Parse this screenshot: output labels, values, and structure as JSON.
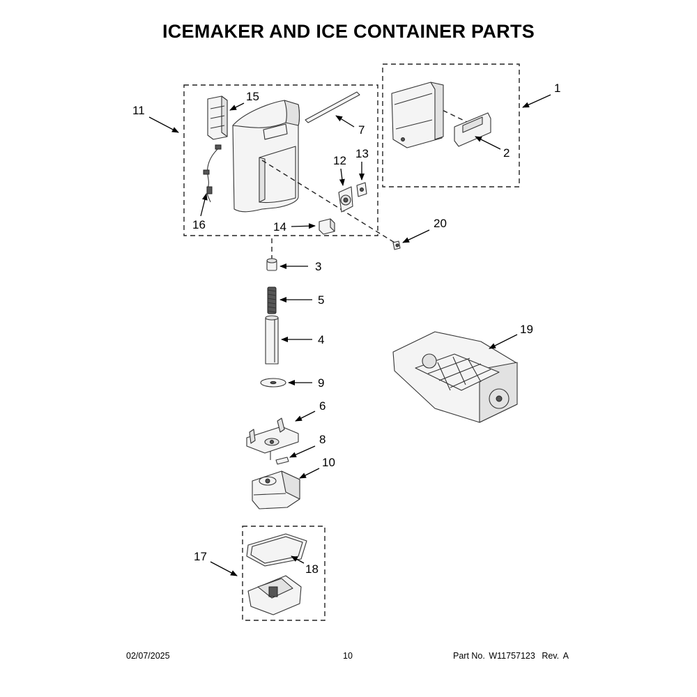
{
  "title": "ICEMAKER AND ICE CONTAINER PARTS",
  "callouts": [
    "1",
    "2",
    "3",
    "4",
    "5",
    "6",
    "7",
    "8",
    "9",
    "10",
    "11",
    "12",
    "13",
    "14",
    "15",
    "16",
    "17",
    "18",
    "19",
    "20"
  ],
  "footer": {
    "date": "02/07/2025",
    "page": "10",
    "part_label": "Part No.",
    "part_number": "W11757123",
    "rev_label": "Rev.",
    "rev": "A"
  }
}
